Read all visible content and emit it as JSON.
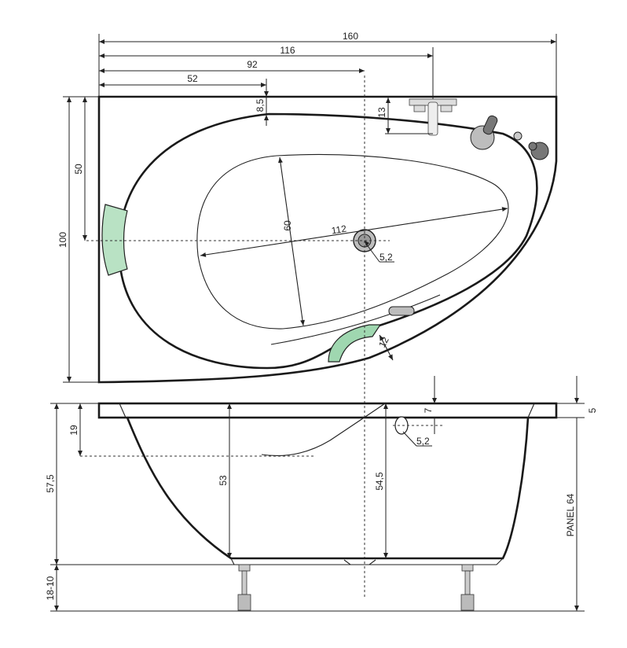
{
  "colors": {
    "line": "#1a1a1a",
    "headrest": "#b9e2c4",
    "handle": "#9fd7b0",
    "fitting": "#bdbdbd"
  },
  "top_view": {
    "dims": {
      "length": "160",
      "mixer": "116",
      "drain_x": "92",
      "inner_x": "52",
      "top_margin": "8,5",
      "mixer_offset": "13",
      "half_width": "50",
      "width": "100",
      "bowl_width": "60",
      "bowl_length": "112",
      "drain": "5,2",
      "handle_gap": "12"
    }
  },
  "side_view": {
    "dims": {
      "overflow": "7",
      "rim": "5",
      "overflow_size": "5,2",
      "seat": "19",
      "total_height": "57,5",
      "inner_depth": "53",
      "overflow_depth": "54,5",
      "legs": "18-10",
      "panel": "PANEL 64"
    }
  }
}
